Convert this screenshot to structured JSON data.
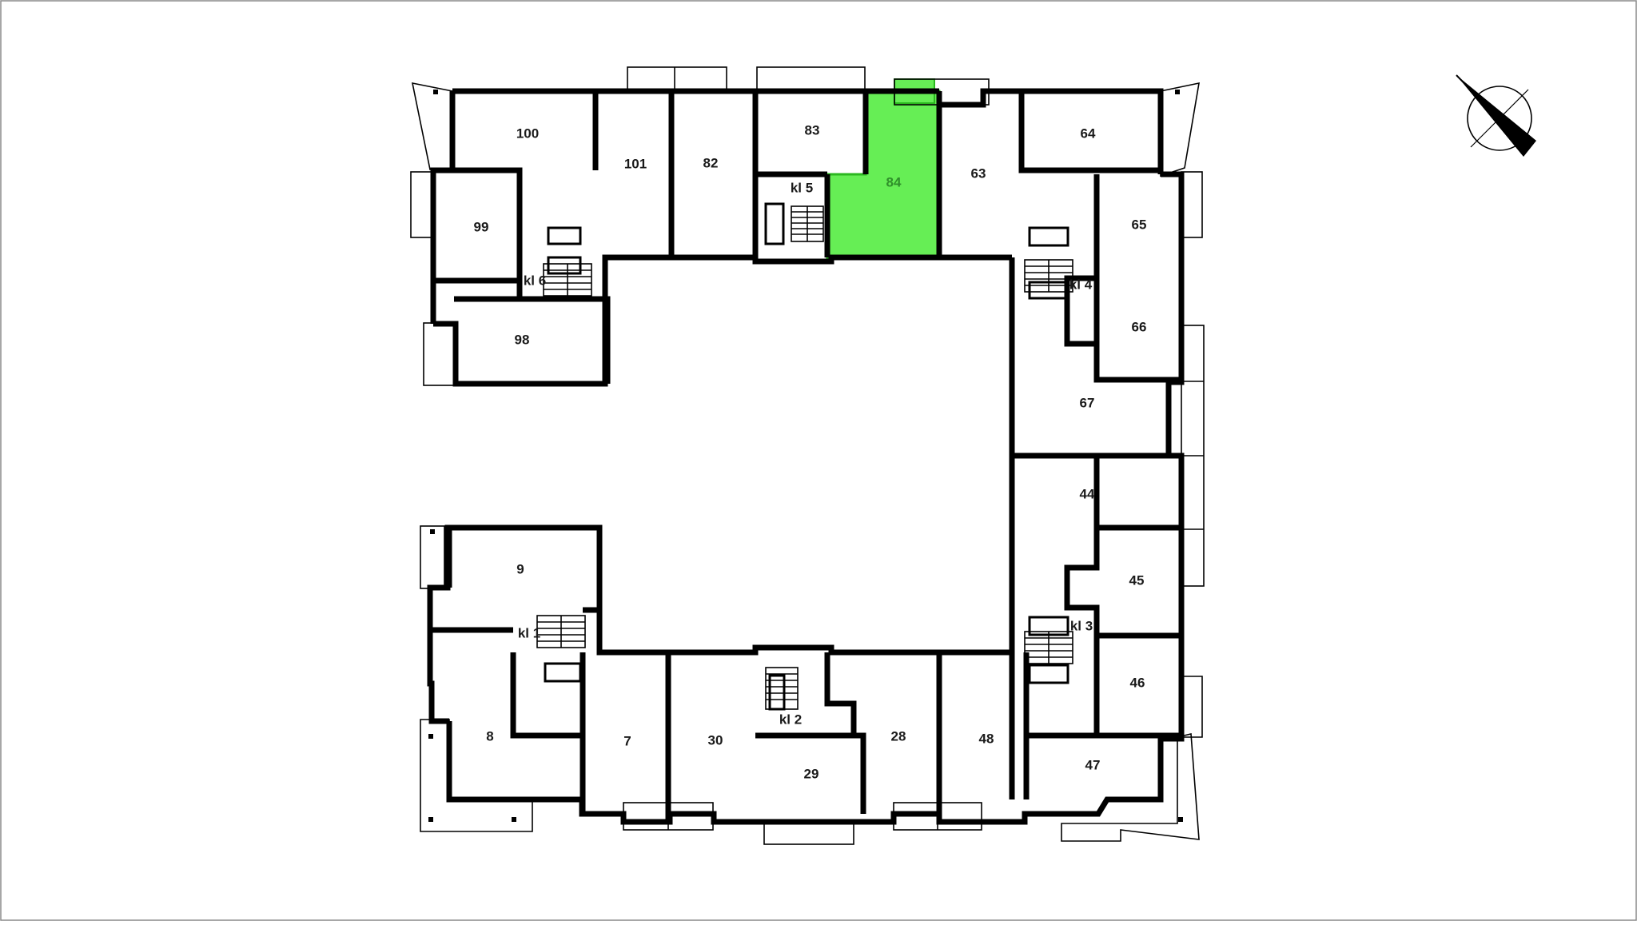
{
  "colors": {
    "background": "#ffffff",
    "wall": "#000000",
    "highlight": "#66ee55",
    "highlight_stroke": "#2bb81f",
    "highlight_label": "#2f8f2a"
  },
  "selected_flat": "84",
  "icons": {
    "compass": "north-arrow-icon",
    "stairs": "staircase-icon"
  },
  "flats": {
    "f100": "100",
    "f101": "101",
    "f82": "82",
    "f83": "83",
    "f84": "84",
    "f63": "63",
    "f64": "64",
    "f65": "65",
    "f66": "66",
    "f67": "67",
    "f99": "99",
    "f98": "98",
    "f44": "44",
    "f45": "45",
    "f46": "46",
    "f47": "47",
    "f48": "48",
    "f28": "28",
    "f29": "29",
    "f30": "30",
    "f7": "7",
    "f8": "8",
    "f9": "9"
  },
  "stairs": {
    "kl1": "kl 1",
    "kl2": "kl 2",
    "kl3": "kl 3",
    "kl4": "kl 4",
    "kl5": "kl 5",
    "kl6": "kl 6"
  }
}
